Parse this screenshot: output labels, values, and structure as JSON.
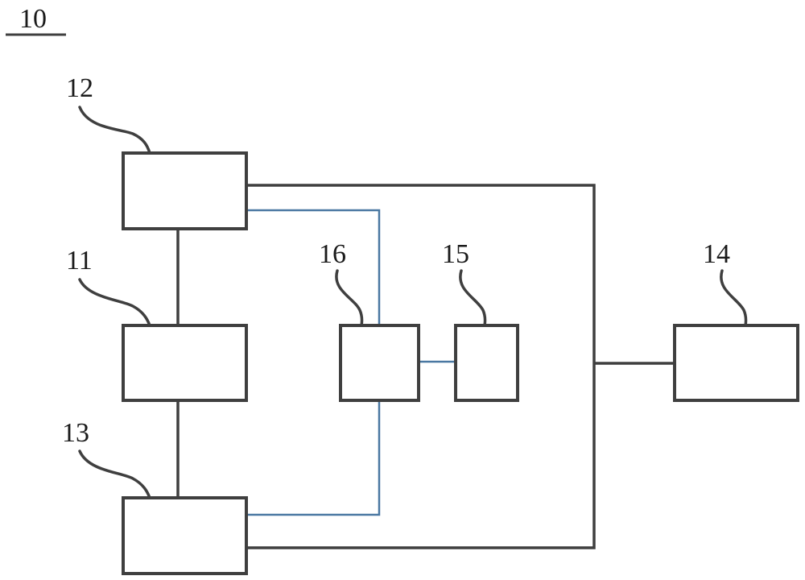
{
  "figure": {
    "reference_label": "10",
    "colors": {
      "line_dark": "#3f3f3f",
      "line_blue": "#4a78a2",
      "background": "#ffffff"
    }
  },
  "blocks": [
    {
      "id": "12",
      "label": "12"
    },
    {
      "id": "11",
      "label": "11"
    },
    {
      "id": "13",
      "label": "13"
    },
    {
      "id": "16",
      "label": "16"
    },
    {
      "id": "15",
      "label": "15"
    },
    {
      "id": "14",
      "label": "14"
    }
  ],
  "connections": [
    {
      "from": "12",
      "to": "11",
      "style": "dark"
    },
    {
      "from": "11",
      "to": "13",
      "style": "dark"
    },
    {
      "from": "12",
      "to": "14",
      "style": "dark"
    },
    {
      "from": "13",
      "to": "14",
      "style": "dark"
    },
    {
      "from": "12",
      "to": "16",
      "style": "blue"
    },
    {
      "from": "13",
      "to": "16",
      "style": "blue"
    },
    {
      "from": "16",
      "to": "15",
      "style": "blue"
    }
  ]
}
